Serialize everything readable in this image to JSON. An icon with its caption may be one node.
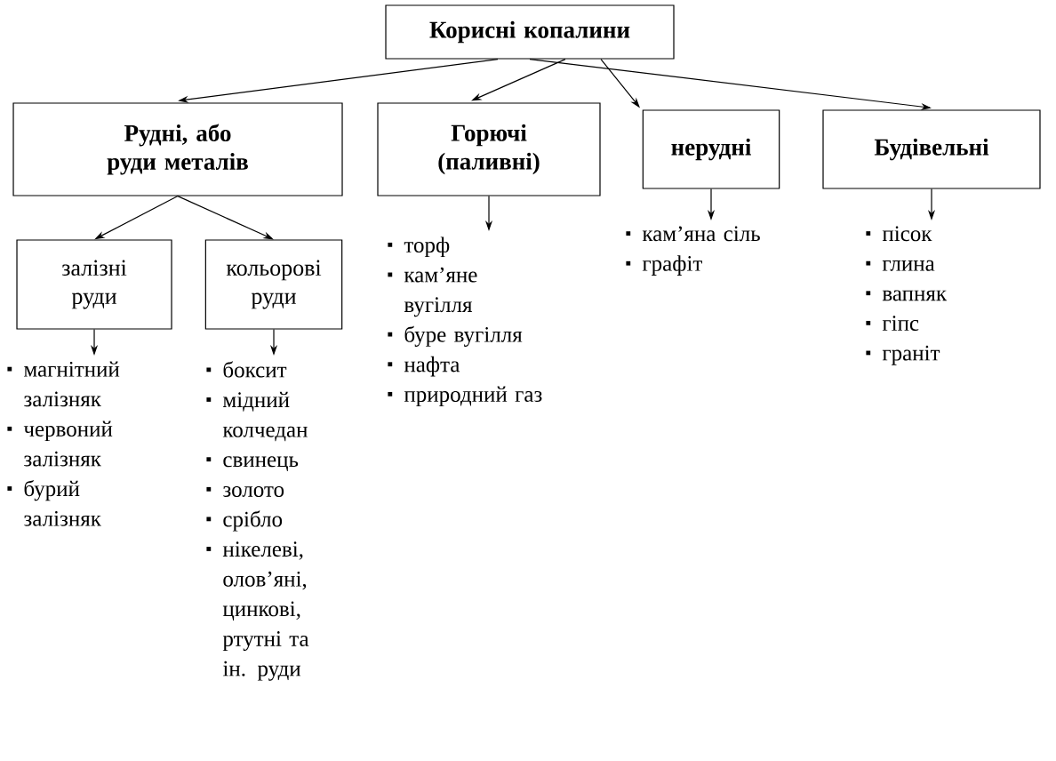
{
  "diagram": {
    "nodes": [
      {
        "text": [
          "Корисні копалини"
        ]
      },
      {
        "text": [
          "Рудні, або руди металів"
        ]
      },
      {
        "text": [
          "Горючі (паливні)"
        ]
      },
      {
        "text": [
          "нерудні"
        ]
      },
      {
        "text": [
          "Будівельні"
        ]
      },
      {
        "text": [
          "залізні руди"
        ]
      },
      {
        "text": [
          "кольорові руди"
        ]
      },
      {
        "text": [
          "магнітний залізняк",
          "червоний залізняк",
          "бурий залізняк"
        ]
      },
      {
        "text": [
          "боксит",
          "мідний колчедан",
          "свинець",
          "золото",
          "срібло",
          "нікелеві, олов’яні, цинкові, ртутні та ін. руди"
        ]
      },
      {
        "text": [
          "торф",
          "кам’яне вугілля",
          "буре вугілля",
          "нафта",
          "природний газ"
        ]
      },
      {
        "text": [
          "кам’яна сіль",
          "графіт"
        ]
      },
      {
        "text": [
          "пісок",
          "глина",
          "вапняк",
          "гіпс",
          "граніт"
        ]
      }
    ],
    "edges": [
      {
        "from": 0,
        "to": 1,
        "arrow": "to"
      },
      {
        "from": 0,
        "to": 2,
        "arrow": "to"
      },
      {
        "from": 0,
        "to": 3,
        "arrow": "to"
      },
      {
        "from": 0,
        "to": 4,
        "arrow": "to"
      },
      {
        "from": 1,
        "to": 5,
        "arrow": "to"
      },
      {
        "from": 1,
        "to": 6,
        "arrow": "to"
      },
      {
        "from": 5,
        "to": 7,
        "arrow": "to"
      },
      {
        "from": 6,
        "to": 8,
        "arrow": "to"
      },
      {
        "from": 2,
        "to": 9,
        "arrow": "to"
      },
      {
        "from": 3,
        "to": 10,
        "arrow": "to"
      },
      {
        "from": 4,
        "to": 11,
        "arrow": "to"
      }
    ]
  }
}
